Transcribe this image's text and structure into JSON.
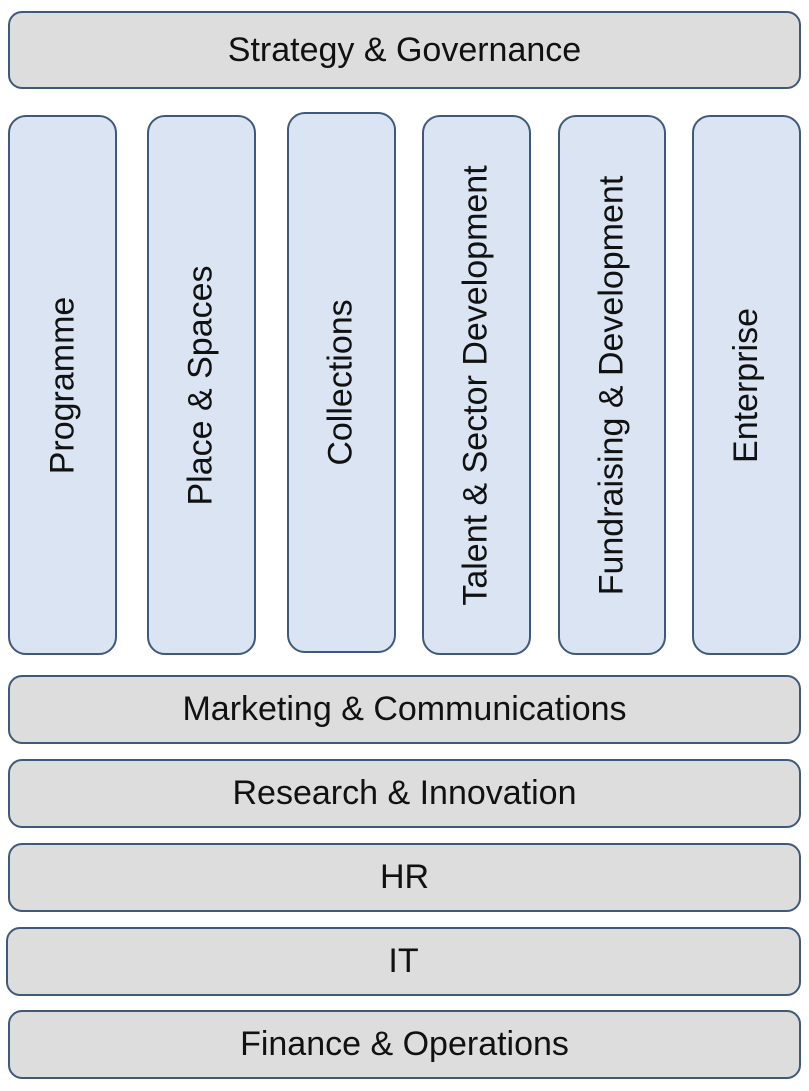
{
  "top_bar": {
    "label": "Strategy & Governance"
  },
  "pillars": [
    {
      "label": "Programme"
    },
    {
      "label": "Place & Spaces"
    },
    {
      "label": "Collections"
    },
    {
      "label": "Talent & Sector Development"
    },
    {
      "label": "Fundraising & Development"
    },
    {
      "label": "Enterprise"
    }
  ],
  "bottom_bars": [
    {
      "label": "Marketing & Communications"
    },
    {
      "label": "Research & Innovation"
    },
    {
      "label": "HR"
    },
    {
      "label": "IT"
    },
    {
      "label": "Finance & Operations"
    }
  ],
  "colors": {
    "bar_fill": "#dddddd",
    "pillar_fill": "#dbe4f3",
    "border": "#3f5a78"
  }
}
